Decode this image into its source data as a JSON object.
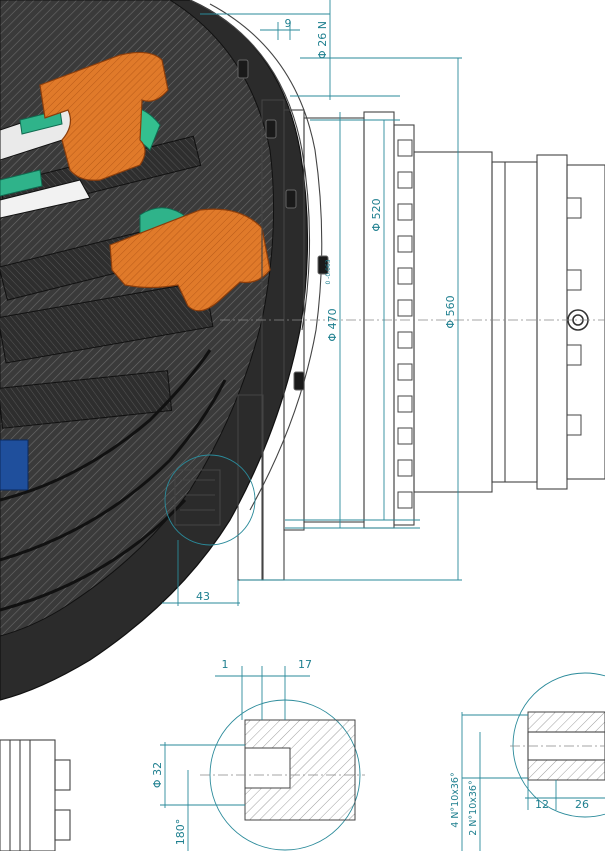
{
  "drawing": {
    "dimensions": {
      "d26": "Φ 26 N",
      "d9": "9",
      "d520": "Φ 520",
      "d470": "Φ 470",
      "d470_tol": "0 -0.063",
      "d560": "Φ 560",
      "d43": "43",
      "d1": "1",
      "d17": "17",
      "d32": "Φ 32",
      "d180": "180°",
      "spline1": "4 N°10x36°",
      "spline2": "2 N°10x36°",
      "d12": "12",
      "d26b": "26"
    },
    "colors": {
      "dimension": "#1e7f8f",
      "housing": "#2b2b2b",
      "planet_carrier": "#e07a2a",
      "teeth_green": "#2fb38a",
      "seal_blue": "#1f4f9c"
    }
  }
}
